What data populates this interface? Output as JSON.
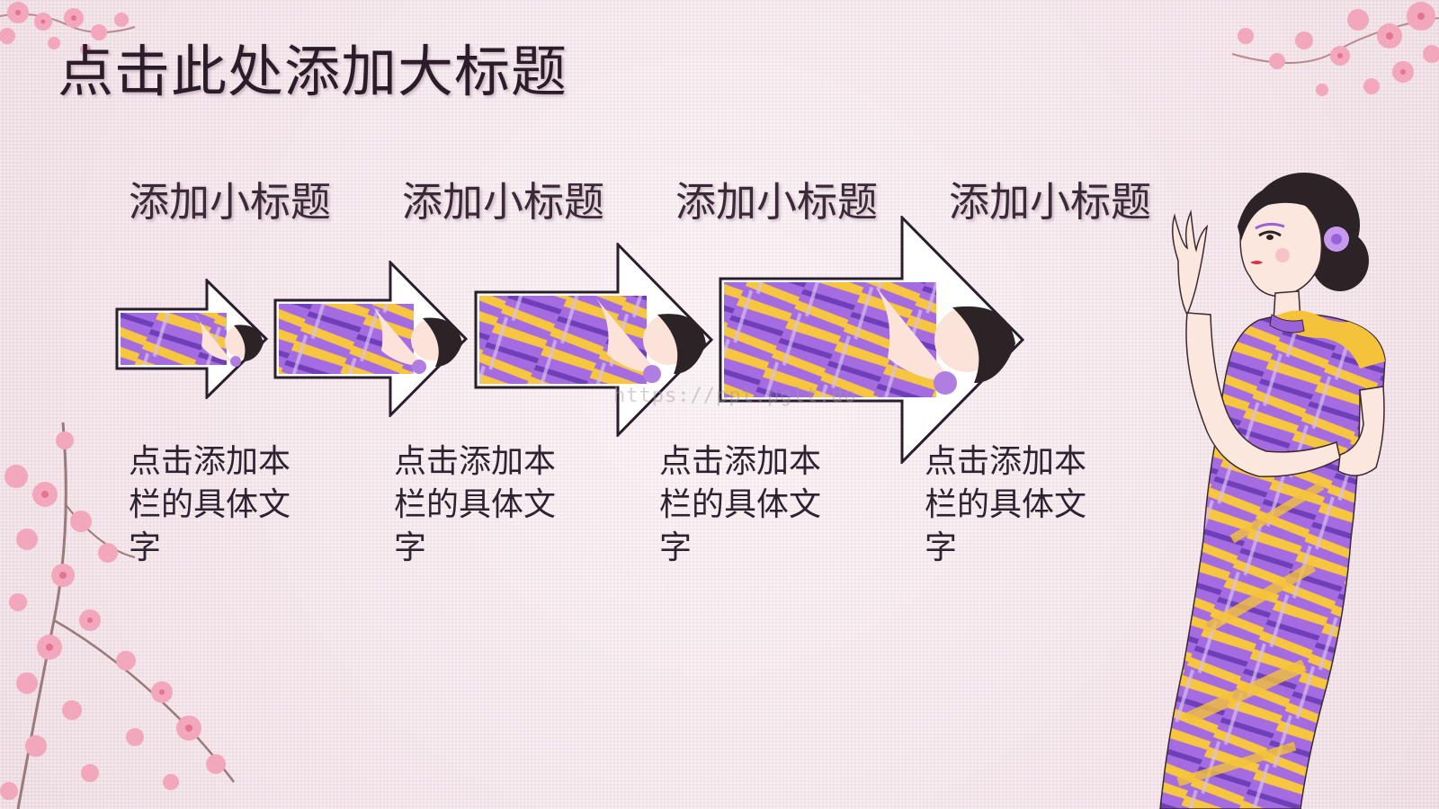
{
  "slide": {
    "title": "点击此处添加大标题",
    "watermark": "https://ppt.pglt.do"
  },
  "steps": [
    {
      "subtitle": "添加小标题",
      "body": "点击添加本栏的具体文字"
    },
    {
      "subtitle": "添加小标题",
      "body": "点击添加本栏的具体文字"
    },
    {
      "subtitle": "添加小标题",
      "body": "点击添加本栏的具体文字"
    },
    {
      "subtitle": "添加小标题",
      "body": "点击添加本栏的具体文字"
    }
  ],
  "colors": {
    "blossom": "#f3a7bd",
    "dress_purple": "#9a62d8",
    "dress_yellow": "#f5c33a",
    "outline": "#2a1e2c"
  },
  "icons": [
    "cherry-blossom-decoration",
    "qipao-lady-illustration",
    "arrow-shape"
  ]
}
